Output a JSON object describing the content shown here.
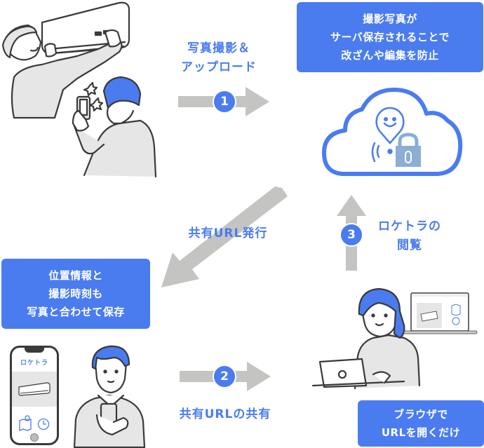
{
  "colors": {
    "accent": "#4a7cf0",
    "arrow": "#c4c4c2",
    "outline": "#3a3a3a",
    "fill_gray": "#e6e6e6",
    "lock": "#8aaed4"
  },
  "boxes": {
    "server": {
      "lines": [
        "撮影写真が",
        "サーバ保存されることで",
        "改ざんや編集を防止"
      ]
    },
    "location": {
      "lines": [
        "位置情報と",
        "撮影時刻も",
        "写真と合わせて保存"
      ]
    },
    "browser": {
      "lines": [
        "ブラウザで",
        "URLを開くだけ"
      ]
    }
  },
  "steps": [
    {
      "number": "1",
      "label_lines": [
        "写真撮影＆",
        "アップロード"
      ],
      "direction": "right"
    },
    {
      "number": "2",
      "label_lines": [
        "共有URLの共有"
      ],
      "direction": "right"
    },
    {
      "number": "3",
      "label_lines": [
        "ロケトラの",
        "閲覧"
      ],
      "direction": "up"
    }
  ],
  "issue_arrow": {
    "label": "共有URL発行",
    "direction": "down-left"
  },
  "phone_app": {
    "logo_text": "ロケトラ"
  },
  "illustrations": {
    "worker": "worker-installing-air-conditioner",
    "photographer": "person-taking-photo-with-smartphone",
    "cloud": "cloud-with-location-pin-and-lock",
    "phone_user": "man-holding-smartphone",
    "laptop_user": "woman-using-laptop"
  }
}
